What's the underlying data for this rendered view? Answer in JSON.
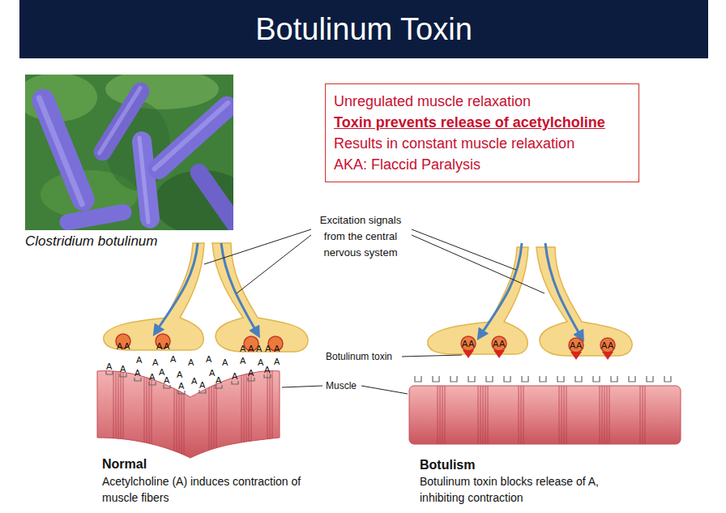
{
  "diagram": {
    "title": "Botulinum Toxin",
    "nodes": [
      {
        "text": [
          "Unregulated muscle relaxation",
          "Toxin prevents release of acetylcholine",
          "Results in constant muscle relaxation",
          "AKA: Flaccid Paralysis"
        ]
      }
    ],
    "labels": [
      "Clostridium botulinum",
      "Excitation signals from the central nervous system",
      "Botulinum toxin",
      "Muscle",
      "Normal",
      "Acetylcholine (A) induces contraction of muscle fibers",
      "Botulism",
      "Botulinum toxin blocks release of A, inhibiting contraction",
      "A",
      "A",
      "A",
      "A",
      "A",
      "A",
      "A",
      "A",
      "A",
      "A",
      "A",
      "A",
      "A",
      "A",
      "A",
      "A",
      "A",
      "A",
      "A",
      "A",
      "A",
      "A",
      "A",
      "A",
      "A",
      "A",
      "A",
      "A",
      "A",
      "A",
      "A",
      "A",
      "A",
      "A",
      "A",
      "A",
      "A",
      "A",
      "A",
      "A",
      "A"
    ]
  }
}
